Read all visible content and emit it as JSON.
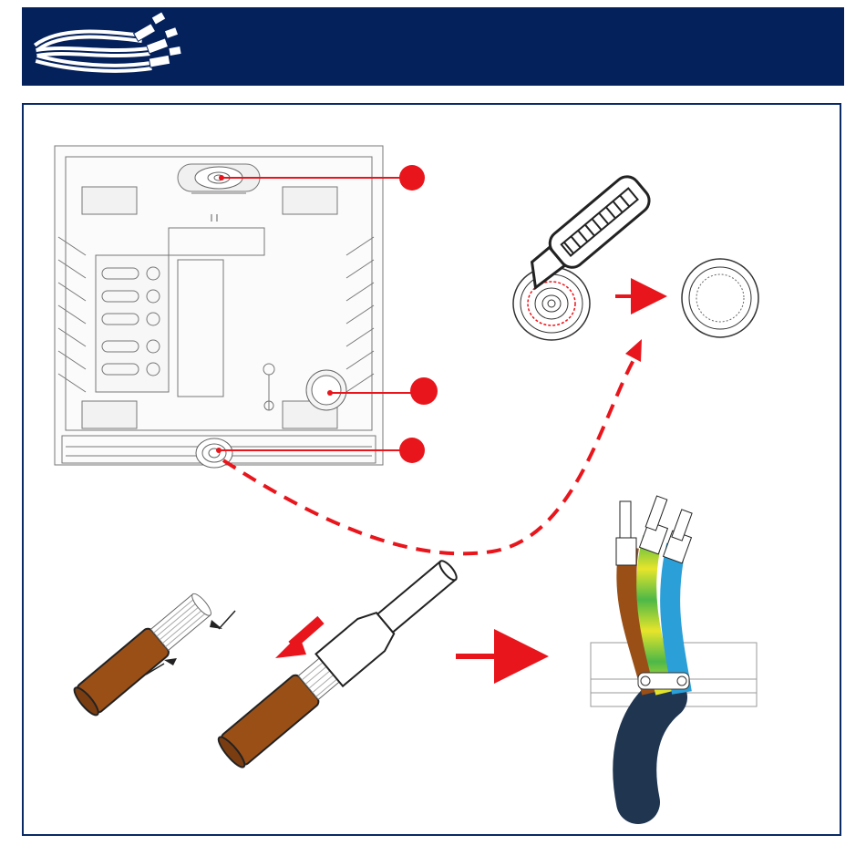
{
  "header": {
    "icon": "cable-bundle-icon"
  },
  "colors": {
    "header_bg": "#04215c",
    "panel_border": "#0a2a66",
    "accent_red": "#e8161c",
    "wire_brown": "#9a4f17",
    "wire_blue": "#2b9fd8",
    "wire_earth_green": "#4db848",
    "wire_earth_yellow": "#e7e52b",
    "cable_sheath": "#1f3550",
    "outline": "#555555"
  },
  "steps": [
    {
      "id": "housing-cable-entries",
      "markers": 3,
      "icon": "enclosure-icon"
    },
    {
      "id": "cut-grommet",
      "icon": "utility-knife-icon"
    },
    {
      "id": "strip-wire",
      "icon": "stripped-wire-icon"
    },
    {
      "id": "crimp-ferrule",
      "icon": "ferrule-icon"
    },
    {
      "id": "clamp-cable",
      "icon": "cable-clamp-icon"
    }
  ]
}
